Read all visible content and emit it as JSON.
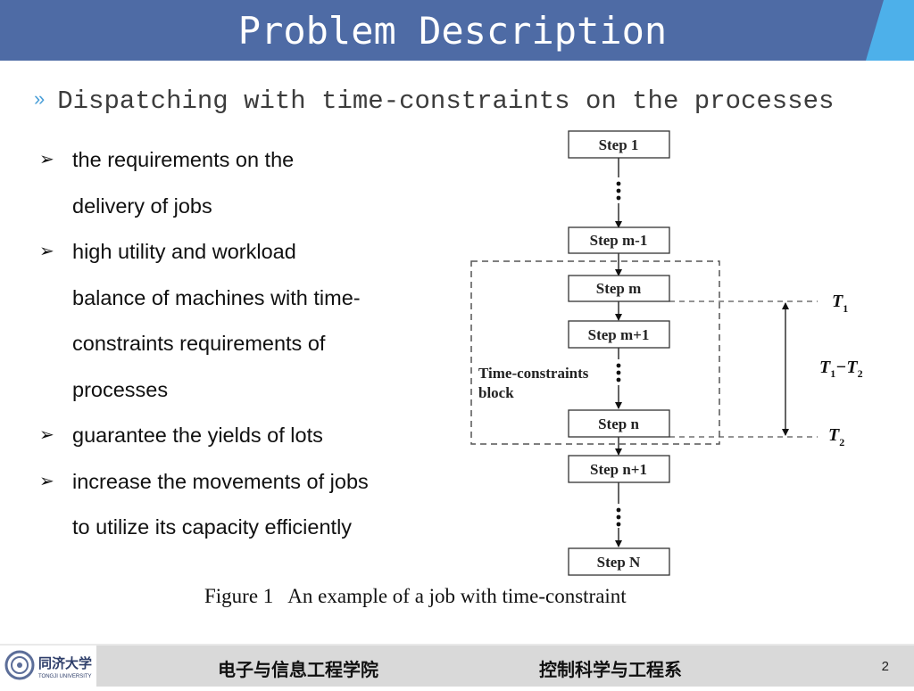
{
  "header": {
    "title": "Problem Description",
    "accent_color": "#4e6ba5",
    "corner_color": "#4db0ea"
  },
  "subtitle": {
    "marker": "»",
    "text": "Dispatching with time-constraints on the processes"
  },
  "bullets": {
    "marker": "➢",
    "items": [
      {
        "lines": [
          "the requirements on the",
          "delivery of jobs"
        ]
      },
      {
        "lines": [
          "high utility and workload",
          "balance of machines with time-",
          "constraints requirements of",
          "processes"
        ]
      },
      {
        "lines": [
          "guarantee the yields of lots"
        ]
      },
      {
        "lines": [
          "increase the movements of jobs",
          "to utilize its capacity efficiently"
        ]
      }
    ]
  },
  "diagram": {
    "steps": [
      "Step 1",
      "Step m-1",
      "Step m",
      "Step m+1",
      "Step n",
      "Step n+1",
      "Step N"
    ],
    "block_label": [
      "Time-constraints",
      "block"
    ],
    "t1": "T",
    "t1_sub": "1",
    "t_diff": "T",
    "t_diff_sub1": "1",
    "t_diff_minus": "−T",
    "t_diff_sub2": "2",
    "t2": "T",
    "t2_sub": "2"
  },
  "caption": "Figure 1   An example of a job with time-constraint",
  "footer": {
    "logo_text": "同济大学",
    "logo_subtext": "TONGJI UNIVERSITY",
    "school_left": "电子与信息工程学院",
    "school_right": "控制科学与工程系",
    "page_number": "2"
  }
}
